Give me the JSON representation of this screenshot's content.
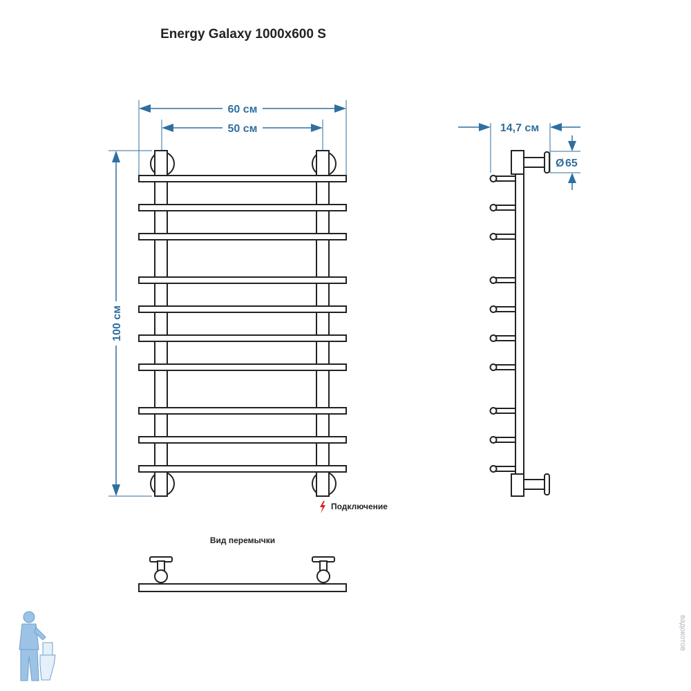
{
  "title": "Energy Galaxy 1000x600 S",
  "dimensions": {
    "width_outer": "60 см",
    "width_inner": "50 см",
    "height": "100 см",
    "depth": "14,7 см",
    "flange": "65",
    "diameter_symbol": "Ø"
  },
  "labels": {
    "connection": "Подключение",
    "jumper_view": "Вид перемычки"
  },
  "watermark": "вадокотов",
  "colors": {
    "dimension": "#2f6f9f",
    "outline": "#222222",
    "connection_mark": "#d62020",
    "logo": "#9cc3e6"
  },
  "icons": {
    "connection_mark": "lightning-bolt-icon",
    "logo": "plumber-mascot-icon"
  }
}
